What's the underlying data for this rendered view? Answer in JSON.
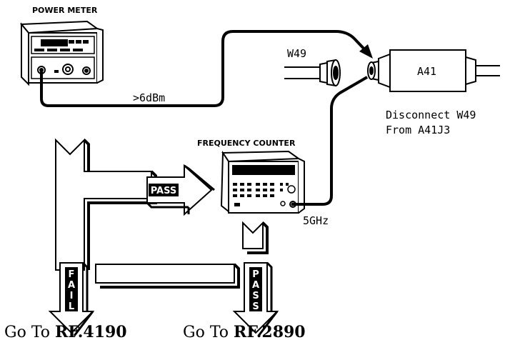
{
  "power_meter": {
    "title": "POWER METER"
  },
  "frequency_counter": {
    "title": "FREQUENCY COUNTER"
  },
  "labels": {
    "power_level": ">6dBm",
    "cable": "W49",
    "module": "A41",
    "frequency": "5GHz",
    "instruction_line1": "Disconnect  W49",
    "instruction_line2": "From  A41J3"
  },
  "arrows": {
    "pass_right": "PASS",
    "fail_letters": [
      "F",
      "A",
      "I",
      "L"
    ],
    "pass_letters": [
      "P",
      "A",
      "S",
      "S"
    ]
  },
  "results": {
    "fail": {
      "prefix": "Go To ",
      "ref": "RF.4190"
    },
    "pass": {
      "prefix": "Go To ",
      "ref": "RF.2890"
    }
  }
}
